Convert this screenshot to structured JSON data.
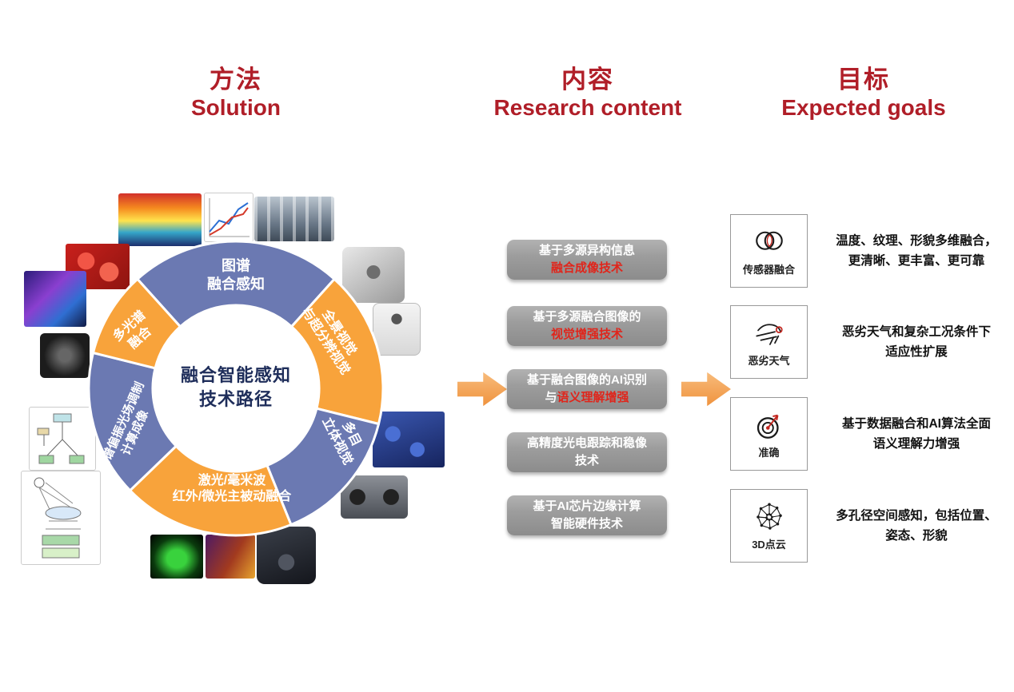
{
  "palette": {
    "header_red": "#b01e28",
    "donut_blue": "#6b79b2",
    "donut_orange": "#f8a33b",
    "center_navy": "#1e2d5a",
    "box_gray": "#9d9d9d",
    "accent_red": "#e0251b",
    "arrow_orange": "#ef913b",
    "text_dark": "#111111"
  },
  "headers": [
    {
      "zh": "方法",
      "en": "Solution"
    },
    {
      "zh": "内容",
      "en": "Research content"
    },
    {
      "zh": "目标",
      "en": "Expected goals"
    }
  ],
  "donut": {
    "center": {
      "line1": "融合智能感知",
      "line2": "技术路径"
    },
    "segments": [
      {
        "id": "map-spectrum-fusion",
        "line1": "图谱",
        "line2": "融合感知",
        "color": "blue",
        "a0": -42,
        "a1": 42
      },
      {
        "id": "panoramic-superres",
        "line1": "全景视觉",
        "line2": "与超分辨视觉",
        "color": "orange",
        "a0": 42,
        "a1": 104
      },
      {
        "id": "multi-eye-stereo",
        "line1": "多目",
        "line2": "立体视觉",
        "color": "blue",
        "a0": 104,
        "a1": 158
      },
      {
        "id": "laser-mmwave-fusion",
        "line1": "激光/毫米波",
        "line2": "红外/微光主被动融合",
        "color": "orange",
        "a0": 158,
        "a1": 226
      },
      {
        "id": "spectral-polarization-imaging",
        "line1": "光谱偏振光场调制",
        "line2": "计算成像",
        "color": "blue",
        "a0": 226,
        "a1": 284
      },
      {
        "id": "multispectral-fusion",
        "line1": "多光谱",
        "line2": "融合",
        "color": "orange",
        "a0": 284,
        "a1": 318
      }
    ]
  },
  "content": {
    "boxes": [
      {
        "line1": "基于多源异构信息",
        "line2": "融合成像技术"
      },
      {
        "line1": "基于多源融合图像的",
        "line2": "视觉增强技术"
      },
      {
        "line1": "基于融合图像的AI识别",
        "line2_prefix": "与",
        "line2": "语义理解增强"
      },
      {
        "line1": "高精度光电跟踪和稳像",
        "line2": "技术"
      },
      {
        "line1": "基于AI芯片边缘计算",
        "line2": "智能硬件技术"
      }
    ]
  },
  "goals": [
    {
      "label": "传感器融合",
      "desc_line1": "温度、纹理、形貌多维融合，",
      "desc_line2": "更清晰、更丰富、更可靠"
    },
    {
      "label": "恶劣天气",
      "desc_line1": "恶劣天气和复杂工况条件下",
      "desc_line2": "适应性扩展"
    },
    {
      "label": "准确",
      "desc_line1": "基于数据融合和AI算法全面",
      "desc_line2": "语义理解力增强"
    },
    {
      "label": "3D点云",
      "desc_line1": "多孔径空间感知，包括位置、",
      "desc_line2": "姿态、形貌"
    }
  ]
}
